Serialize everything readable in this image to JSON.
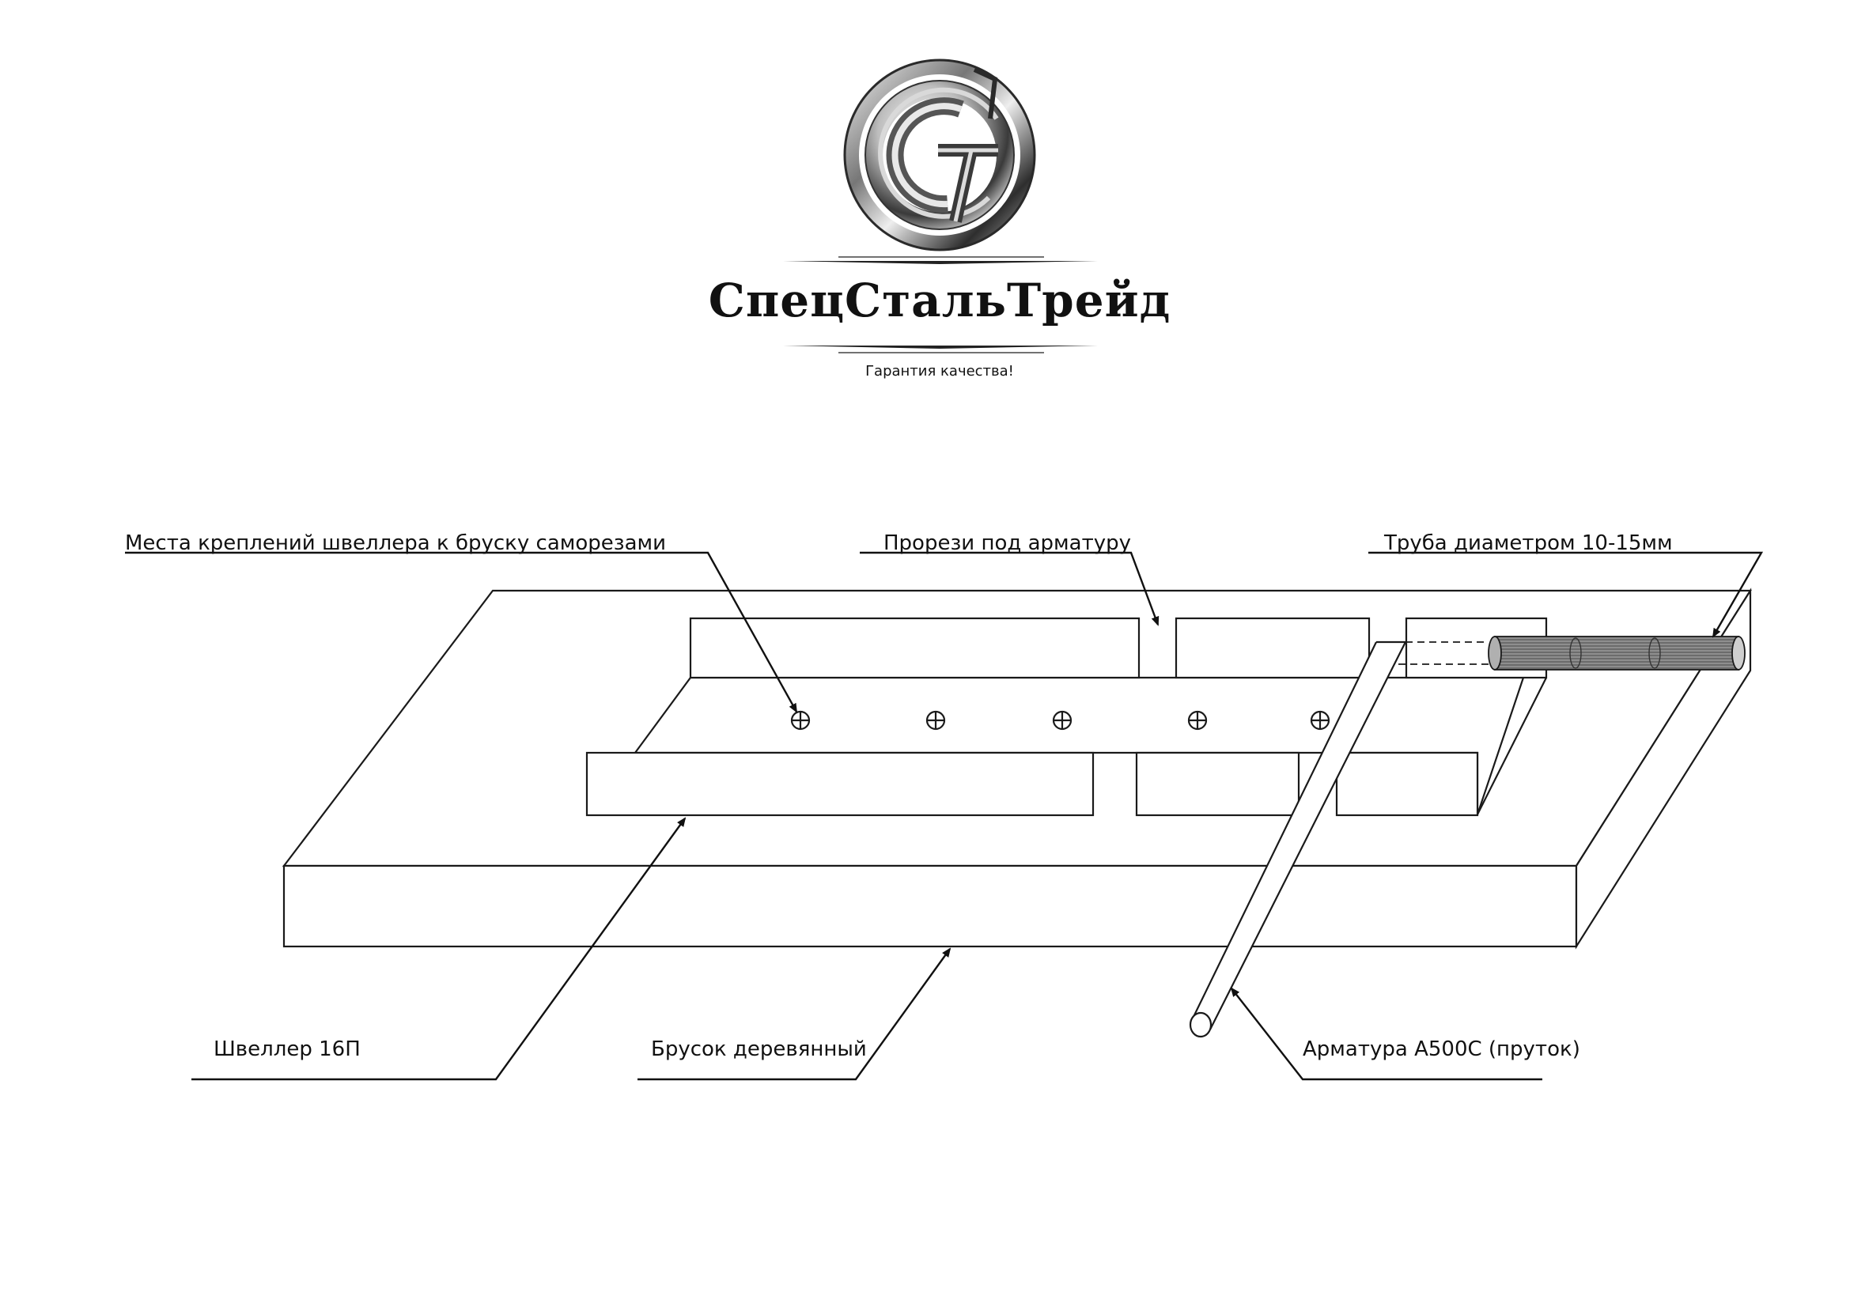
{
  "logo": {
    "brand_name": "СпецСтальТрейд",
    "slogan": "Гарантия качества!",
    "emblem_icon": "sst-ring-emblem-icon",
    "colors": {
      "metal_light": "#f2f2f2",
      "metal_mid": "#9a9a9a",
      "metal_dark": "#2a2a2a"
    }
  },
  "callouts": {
    "fastening_points": "Места креплений швеллера к бруску саморезами",
    "rebar_slots": "Прорези под арматуру",
    "pipe": "Труба диаметром 10-15мм",
    "channel": "Швеллер 16П",
    "wood_beam": "Брусок деревянный",
    "rebar": "Арматура А500С (пруток)"
  },
  "screw_icon": "crossed-circle-screw-icon",
  "colors": {
    "line": "#1a1a1a",
    "background": "#ffffff",
    "pipe_fill": "#9a9a9a"
  }
}
